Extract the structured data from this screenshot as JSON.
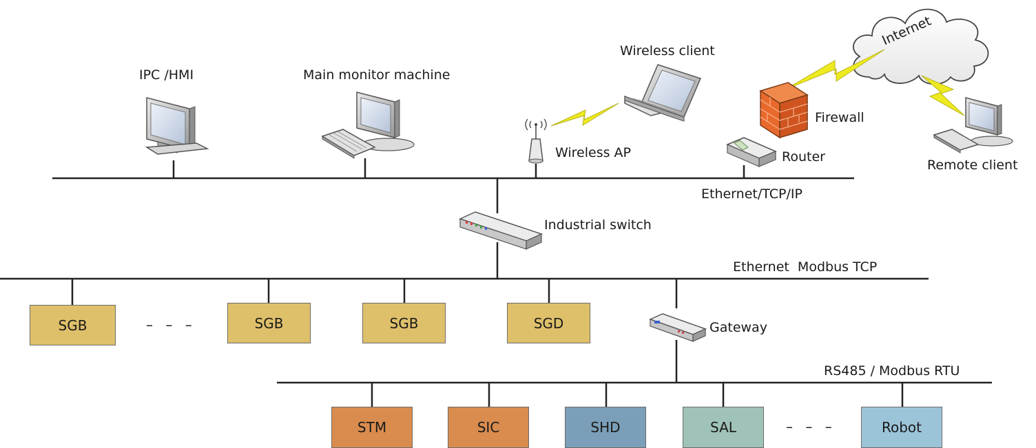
{
  "labels": {
    "ipc_hmi": "IPC /HMI",
    "main_monitor": "Main monitor machine",
    "wireless_client": "Wireless client",
    "wireless_ap": "Wireless AP",
    "firewall": "Firewall",
    "router": "Router",
    "internet": "Internet",
    "remote_client": "Remote client",
    "ethernet_tcpip": "Ethernet/TCP/IP",
    "industrial_switch": "Industrial switch",
    "ethernet_modbus": "Ethernet  Modbus TCP",
    "gateway": "Gateway",
    "rs485": "RS485 / Modbus RTU",
    "ellipsis": "– – –"
  },
  "modbus_tcp_devices": [
    "SGB",
    "SGB",
    "SGB",
    "SGD"
  ],
  "rtu_devices": [
    "STM",
    "SIC",
    "SHD",
    "SAL",
    "Robot"
  ],
  "colors": {
    "sg_box": "#dfc06a",
    "stm": "#d98c4e",
    "sic": "#d98c4e",
    "shd": "#7b9fb8",
    "sal": "#9fc3b8",
    "robot": "#9cc4d8",
    "firewall": "#e8692c",
    "lightning": "#eeea20"
  }
}
